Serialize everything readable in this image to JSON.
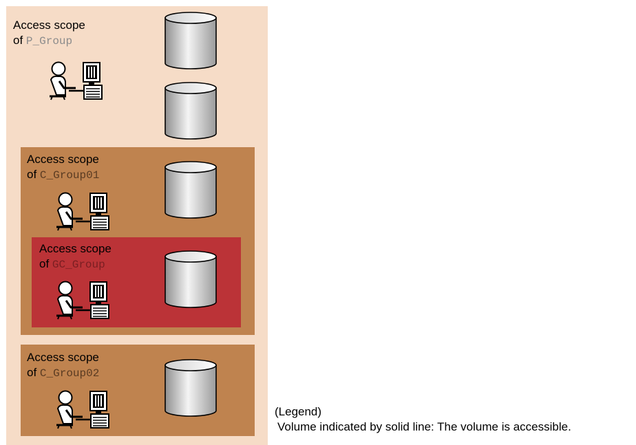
{
  "diagram": {
    "scopes": [
      {
        "id": "p_group",
        "label_line1": "Access scope",
        "label_prefix": "of ",
        "group_name": "P_Group"
      },
      {
        "id": "c_group01",
        "label_line1": "Access scope",
        "label_prefix": "of ",
        "group_name": "C_Group01"
      },
      {
        "id": "gc_group",
        "label_line1": "Access scope",
        "label_prefix": "of ",
        "group_name": "GC_Group"
      },
      {
        "id": "c_group02",
        "label_line1": "Access scope",
        "label_prefix": "of ",
        "group_name": "C_Group02"
      }
    ],
    "colors": {
      "p_group_bg": "#f6dcc7",
      "c_group_bg": "#bf834f",
      "gc_group_bg": "#bb3337"
    },
    "icons": [
      "user-at-computer-icon",
      "volume-cylinder-icon"
    ]
  },
  "legend": {
    "title": "(Legend)",
    "text": "Volume indicated by solid line: The volume is accessible."
  }
}
